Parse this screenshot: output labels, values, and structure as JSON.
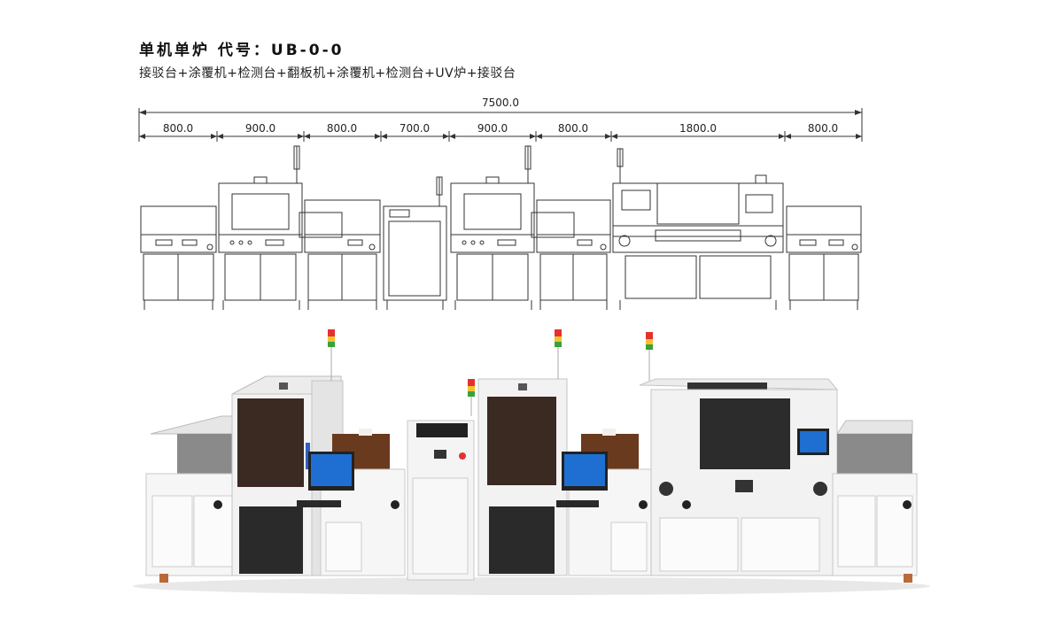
{
  "heading": {
    "title": "单机单炉   代号：UB-0-0",
    "line_description": "接驳台+涂覆机+检测台+翻板机+涂覆机+检测台+UV炉+接驳台"
  },
  "drawing": {
    "total_length": "7500.0",
    "sections": [
      {
        "label": "800.0",
        "module": "conveyor"
      },
      {
        "label": "900.0",
        "module": "coater"
      },
      {
        "label": "800.0",
        "module": "inspection"
      },
      {
        "label": "700.0",
        "module": "flipper"
      },
      {
        "label": "900.0",
        "module": "coater"
      },
      {
        "label": "800.0",
        "module": "inspection"
      },
      {
        "label": "1800.0",
        "module": "uv-oven"
      },
      {
        "label": "800.0",
        "module": "conveyor"
      }
    ]
  },
  "colors": {
    "line": "#333333",
    "machine_white": "#f4f4f4",
    "window_dark": "#2a2a2a",
    "wood_brown": "#6a3a1e",
    "screen_blue": "#1e6fd1",
    "lamp_red": "#e53030",
    "lamp_yellow": "#f2c230",
    "lamp_green": "#3ca03c"
  }
}
